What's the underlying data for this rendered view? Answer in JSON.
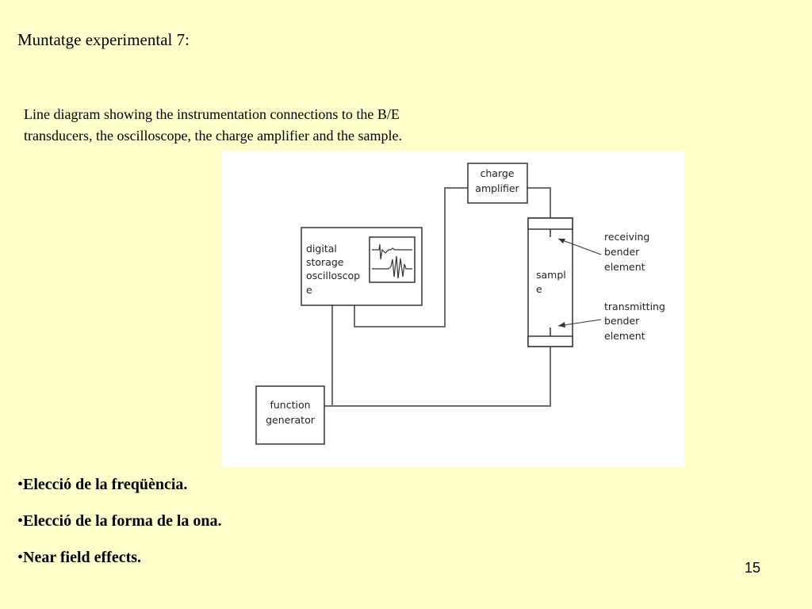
{
  "slide": {
    "title": "Muntatge experimental 7:",
    "caption_line1": "Line diagram showing the instrumentation connections to the B/E",
    "caption_line2": "transducers, the oscilloscope, the charge amplifier and the sample.",
    "bullets": [
      "Elecció de la freqüència.",
      "Elecció de la forma de la ona.",
      "Near field effects."
    ],
    "bullet_marker": "•",
    "page_number": "15"
  },
  "diagram": {
    "oscilloscope": [
      "digital",
      "storage",
      "oscilloscop",
      "e"
    ],
    "charge_amplifier": [
      "charge",
      "amplifier"
    ],
    "sample": [
      "sampl",
      "e"
    ],
    "receiving": [
      "receiving",
      "bender",
      "element"
    ],
    "transmitting": [
      "transmitting",
      "bender",
      "element"
    ],
    "function_generator": [
      "function",
      "generator"
    ]
  }
}
